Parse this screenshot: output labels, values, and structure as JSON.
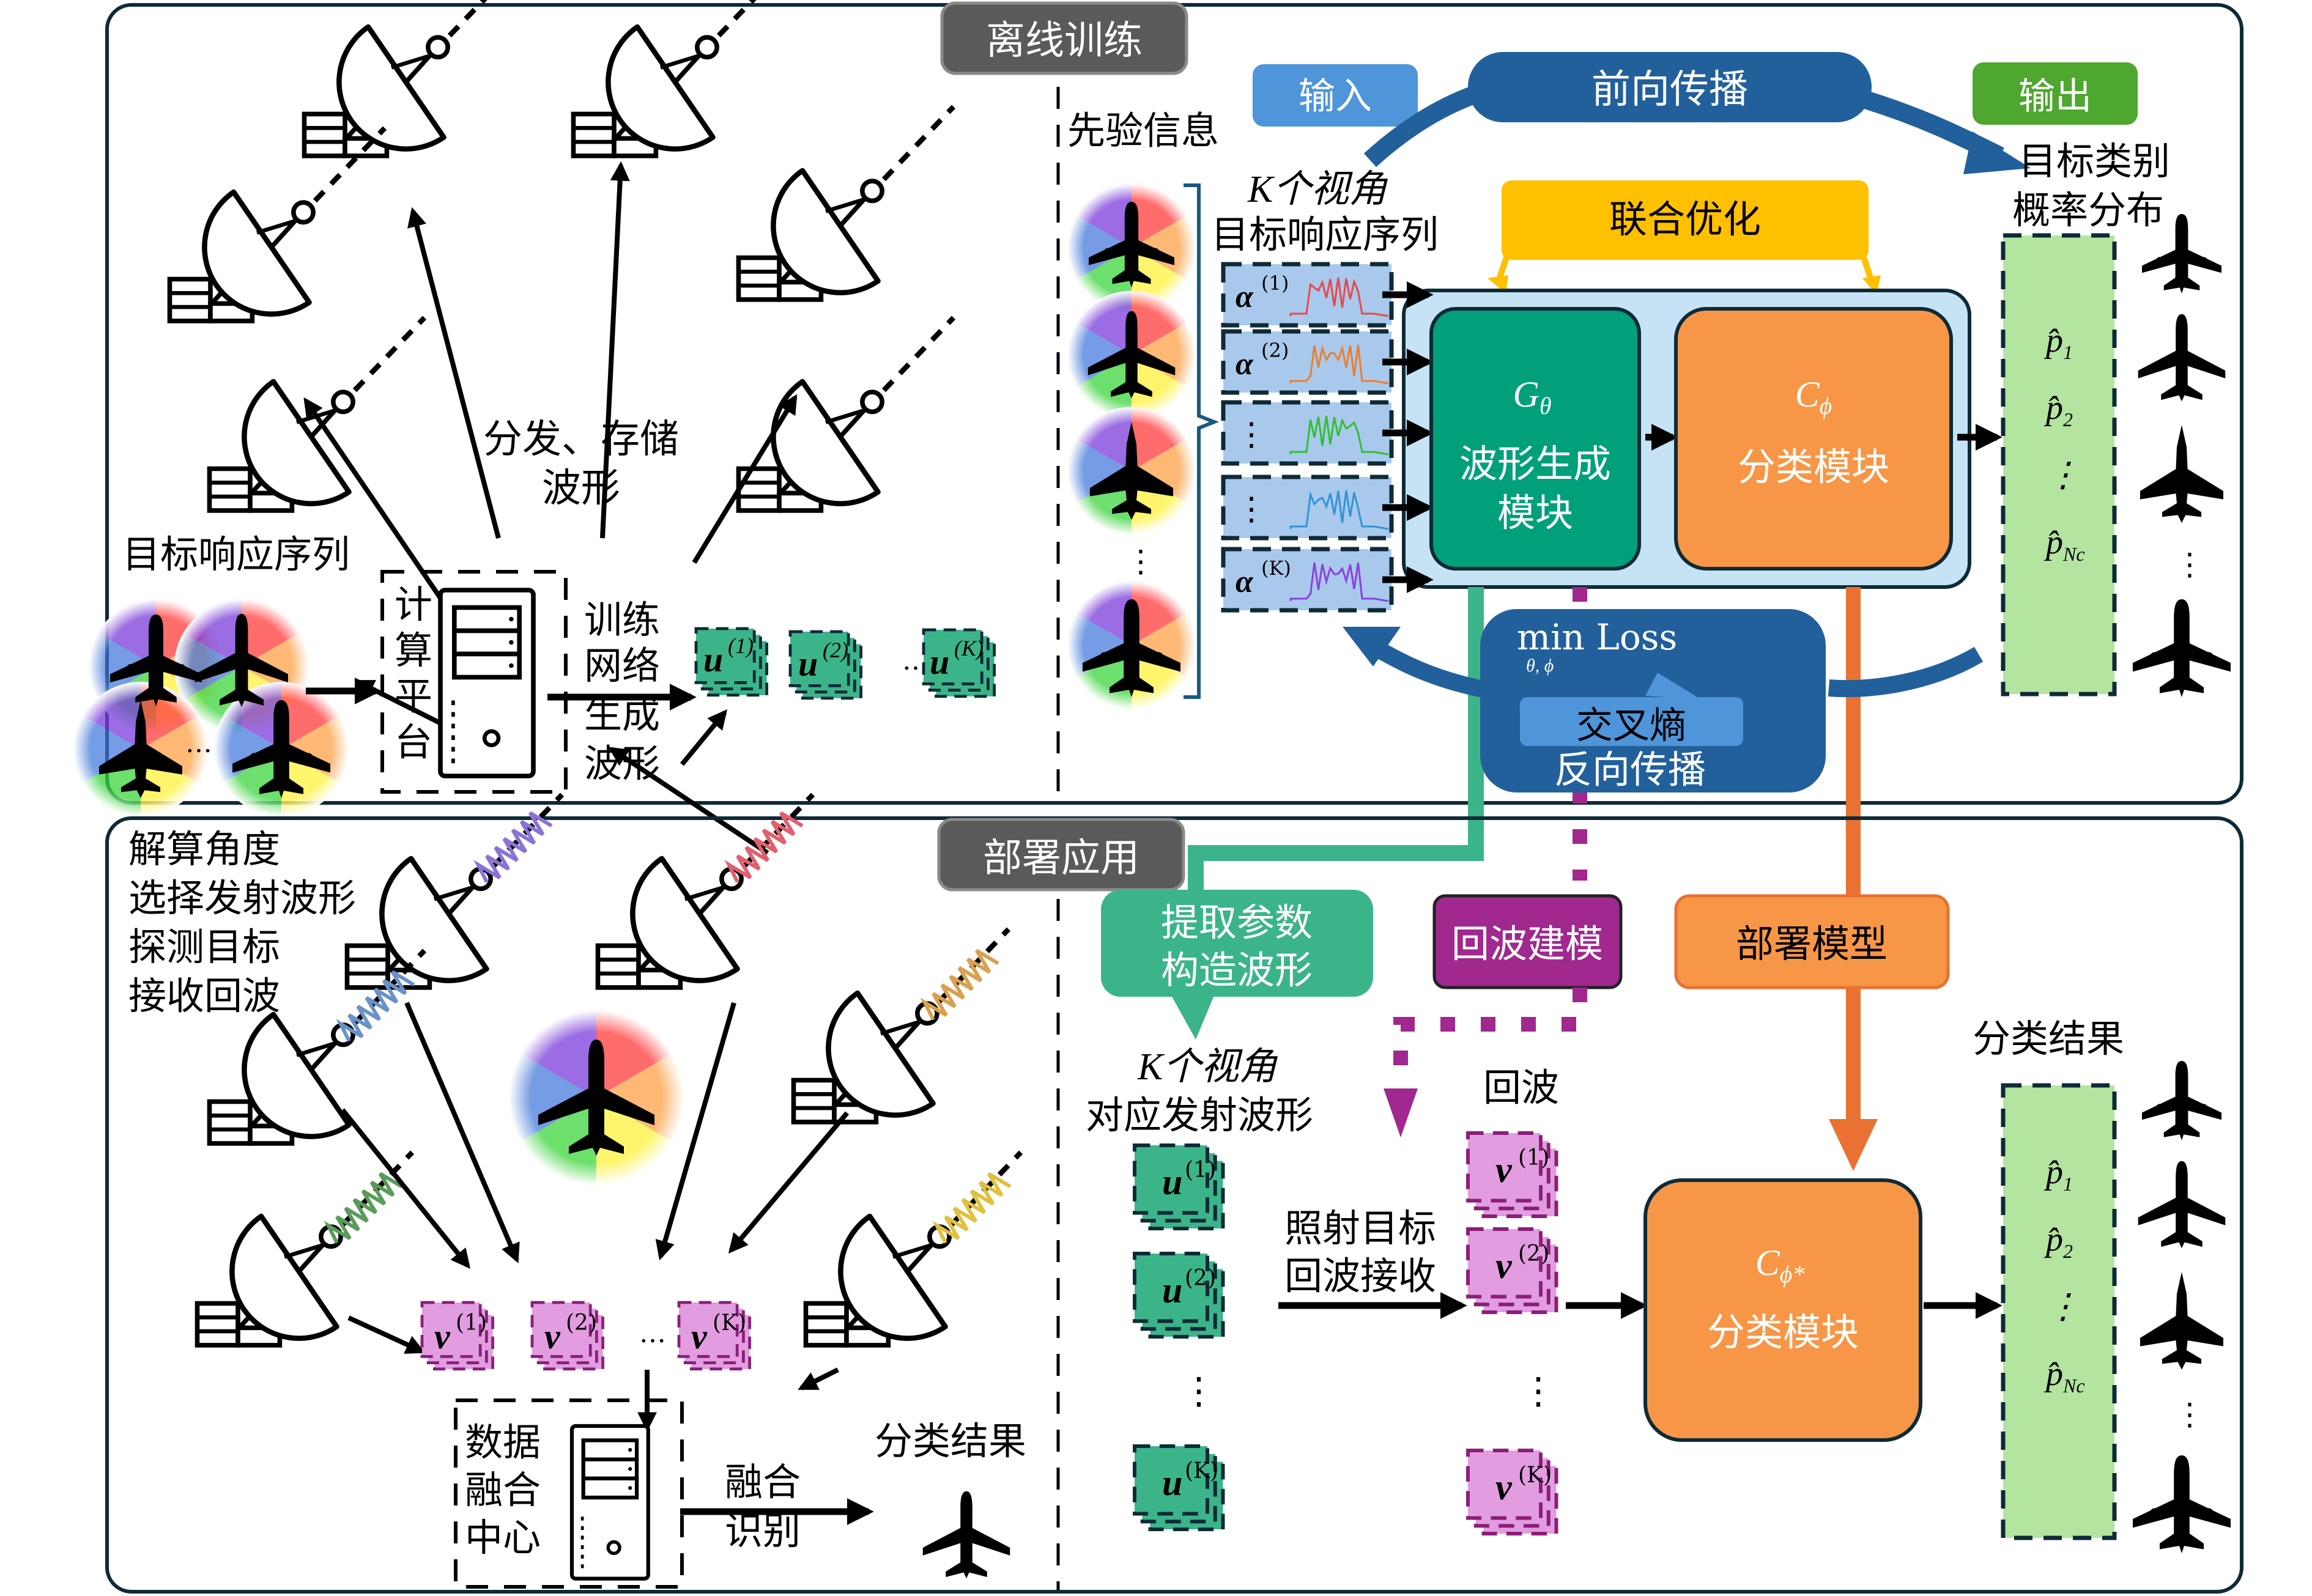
{
  "sections": {
    "offline_training": "离线训练",
    "deployment": "部署应用"
  },
  "offline": {
    "target_response_seq_label": "目标响应序列",
    "compute_platform_label": [
      "计",
      "算",
      "平",
      "台"
    ],
    "train_generate_label": [
      "训练",
      "网络",
      "生成",
      "波形"
    ],
    "distribute_store_label": [
      "分发、存储",
      "波形"
    ],
    "waveforms": [
      {
        "symbol": "u",
        "index": "(1)"
      },
      {
        "symbol": "u",
        "index": "(2)"
      },
      {
        "symbol": "u",
        "index": "(K)"
      }
    ],
    "ellipsis": "…"
  },
  "network": {
    "prior_info_label": "先验信息",
    "input_label": "输入",
    "forward_prop_label": "前向传播",
    "output_label": "输出",
    "k_views_label": [
      "K个视角",
      "目标响应序列"
    ],
    "output_dist_label": [
      "目标类别",
      "概率分布"
    ],
    "joint_opt_label": "联合优化",
    "sequences": [
      {
        "symbol": "α",
        "index": "(1)",
        "color": "#e8474a"
      },
      {
        "symbol": "α",
        "index": "(2)",
        "color": "#ef7d2a"
      },
      {
        "symbol": "⋮",
        "index": "",
        "color": "#2ec02e"
      },
      {
        "symbol": "⋮",
        "index": "",
        "color": "#2e95d8"
      },
      {
        "symbol": "α",
        "index": "(K)",
        "color": "#8a3fe0"
      }
    ],
    "generator": {
      "symbol": "G",
      "sub": "θ",
      "label": [
        "波形生成",
        "模块"
      ]
    },
    "classifier": {
      "symbol": "C",
      "sub": "ϕ",
      "label": "分类模块"
    },
    "probs": [
      {
        "p": "p̂",
        "sub": "1"
      },
      {
        "p": "p̂",
        "sub": "2"
      },
      {
        "p": "⋮",
        "sub": ""
      },
      {
        "p": "p̂",
        "sub": "Nc"
      }
    ],
    "loss": {
      "min_label": "min Loss",
      "params": "θ, ϕ",
      "cross_entropy": "交叉熵",
      "backprop": "反向传播"
    }
  },
  "deploy": {
    "steps_label": [
      "解算角度",
      "选择发射波形",
      "探测目标",
      "接收回波"
    ],
    "echoes": [
      {
        "symbol": "v",
        "index": "(1)"
      },
      {
        "symbol": "v",
        "index": "(2)"
      },
      {
        "symbol": "v",
        "index": "(K)"
      }
    ],
    "fusion_center_label": [
      "数据",
      "融合",
      "中心"
    ],
    "fusion_recog_label": [
      "融合",
      "识别"
    ],
    "result_label_left": "分类结果",
    "extract_label": [
      "提取参数",
      "构造波形"
    ],
    "echo_model_label": "回波建模",
    "deploy_model_label": "部署模型",
    "k_views_tx_label": [
      "K个视角",
      "对应发射波形"
    ],
    "echo_label": "回波",
    "illuminate_label": [
      "照射目标",
      "回波接收"
    ],
    "tx_waveforms": [
      {
        "symbol": "u",
        "index": "(1)"
      },
      {
        "symbol": "u",
        "index": "(2)"
      },
      {
        "symbol": "u",
        "index": "(K)"
      }
    ],
    "rx_echoes": [
      {
        "symbol": "v",
        "index": "(1)"
      },
      {
        "symbol": "v",
        "index": "(2)"
      },
      {
        "symbol": "v",
        "index": "(K)"
      }
    ],
    "classifier": {
      "symbol": "C",
      "sub": "ϕ*",
      "label": "分类模块"
    },
    "result_label_right": "分类结果",
    "probs": [
      {
        "p": "p̂",
        "sub": "1"
      },
      {
        "p": "p̂",
        "sub": "2"
      },
      {
        "p": "⋮",
        "sub": ""
      },
      {
        "p": "p̂",
        "sub": "Nc"
      }
    ],
    "vdots": "⋮"
  },
  "colors": {
    "panel_border": "#0e2a36",
    "section_tag": "#5a5a5a",
    "input_blue": "#4e95d9",
    "forward_blue": "#22609c",
    "output_green": "#4ea72e",
    "joint_yellow": "#ffc000",
    "generator_teal": "#00a07a",
    "classifier_orange": "#f79646",
    "sequence_bg": "#a9c9ec",
    "module_bg": "#c5e3f5",
    "prob_green": "#b3e4a0",
    "waveform_teal": "#3cb48a",
    "echo_pink": "#e29ce0",
    "echo_model_purple": "#a0288f",
    "deploy_orange": "#e97132"
  }
}
